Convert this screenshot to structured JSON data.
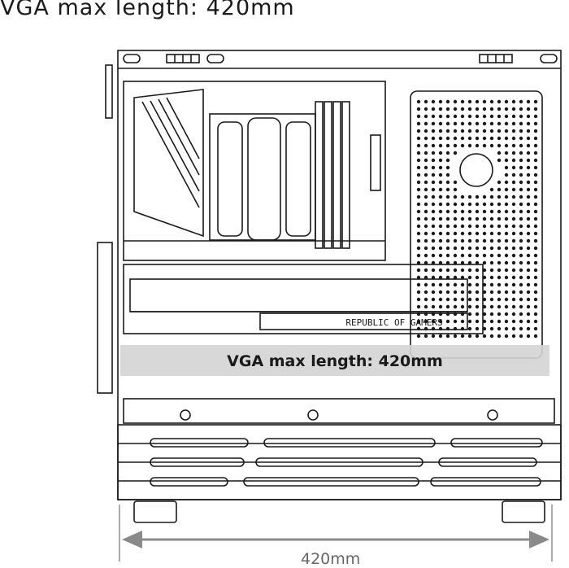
{
  "heading": "VGA max length: 420mm",
  "overlay_label": "VGA max length: 420mm",
  "gpu_brand_text": "REPUBLIC OF GAMERS",
  "dimension_label": "420mm",
  "colors": {
    "line": "#1a1a1a",
    "highlight_band": "#d4d4d4",
    "arrow": "#8a8a8a",
    "dimension_text": "#666666"
  }
}
